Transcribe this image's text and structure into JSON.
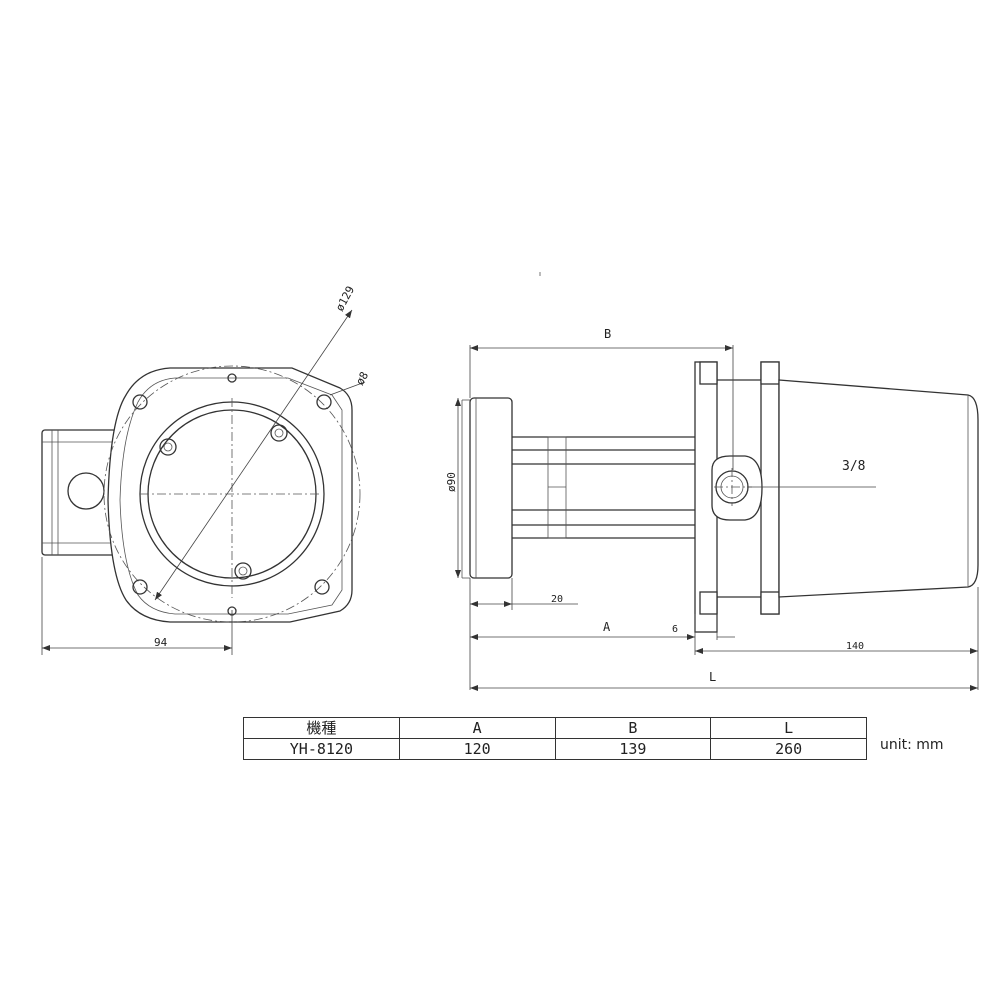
{
  "front_view": {
    "dim_pcd": "ø129",
    "dim_hole": "ø8",
    "dim_width": "94"
  },
  "side_view": {
    "dim_b": "B",
    "dim_flange_dia": "ø90",
    "dim_flange_thk": "20",
    "dim_a": "A",
    "dim_gap": "6",
    "dim_motor": "140",
    "dim_l": "L",
    "outlet_thread": "3/8"
  },
  "spec_table": {
    "headers": [
      "機種",
      "A",
      "B",
      "L"
    ],
    "rows": [
      [
        "YH-8120",
        "120",
        "139",
        "260"
      ]
    ]
  },
  "unit_note": "unit: mm"
}
